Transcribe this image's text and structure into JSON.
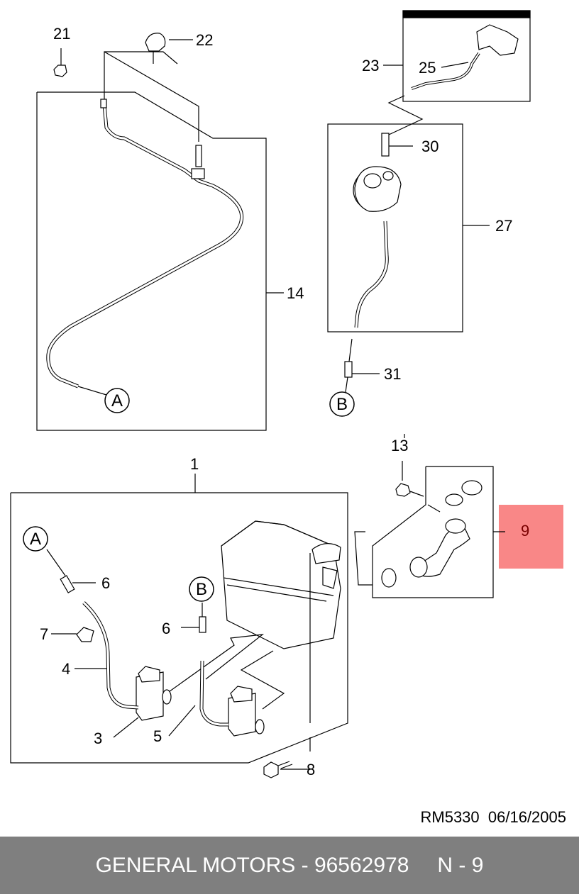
{
  "diagram": {
    "callouts": {
      "n1": "1",
      "n3": "3",
      "n4": "4",
      "n5": "5",
      "n6a": "6",
      "n6b": "6",
      "n7": "7",
      "n8": "8",
      "n9": "9",
      "n13": "13",
      "n14": "14",
      "n21": "21",
      "n22": "22",
      "n23": "23",
      "n25": "25",
      "n27": "27",
      "n30": "30",
      "n31": "31"
    },
    "connectors": {
      "a_top": "A",
      "a_bottom": "A",
      "b_top": "B",
      "b_bottom": "B"
    },
    "highlight": {
      "part": "9",
      "color": "#f98787"
    }
  },
  "reference": {
    "code": "RM5330",
    "date": "06/16/2005"
  },
  "footer": {
    "brand_part": "GENERAL MOTORS - 96562978",
    "page": "N - 9",
    "background": "#7f7f7f"
  }
}
